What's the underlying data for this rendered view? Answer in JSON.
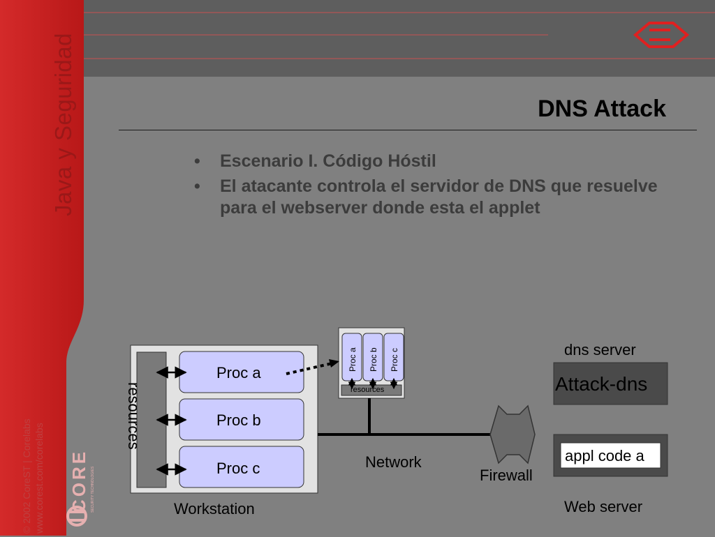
{
  "sidebar": {
    "title": "Java  y Seguridad",
    "copyright": "© 2002 CoreST  | Corelabs",
    "url": "www.corest.com/corelabs",
    "logo_text": "CORE",
    "logo_tagline": "SECURITY TECHNOLOGIES"
  },
  "slide": {
    "title": "DNS Attack",
    "bullets": [
      {
        "marker": "•",
        "text": "Escenario I. Código Hóstil"
      },
      {
        "marker": "•",
        "text": "El atacante controla el servidor de DNS que resuelve para el webserver donde esta el applet"
      }
    ]
  },
  "diagram": {
    "workstation": {
      "label": "Workstation",
      "resources": "resources",
      "procs": [
        "Proc a",
        "Proc b",
        "Proc c"
      ]
    },
    "remote_box": {
      "procs": [
        "Proc a",
        "Proc b",
        "Proc c"
      ],
      "resources": "resources"
    },
    "network_label": "Network",
    "firewall_label": "Firewall",
    "dns_server": {
      "label": "dns server",
      "box": "Attack-dns"
    },
    "web_server": {
      "label": "Web server",
      "box": "appl code a"
    }
  },
  "colors": {
    "background": "#808080",
    "sidebar_red": "#c81e1e",
    "proc_fill": "#ccccff",
    "accent": "#d42020"
  }
}
